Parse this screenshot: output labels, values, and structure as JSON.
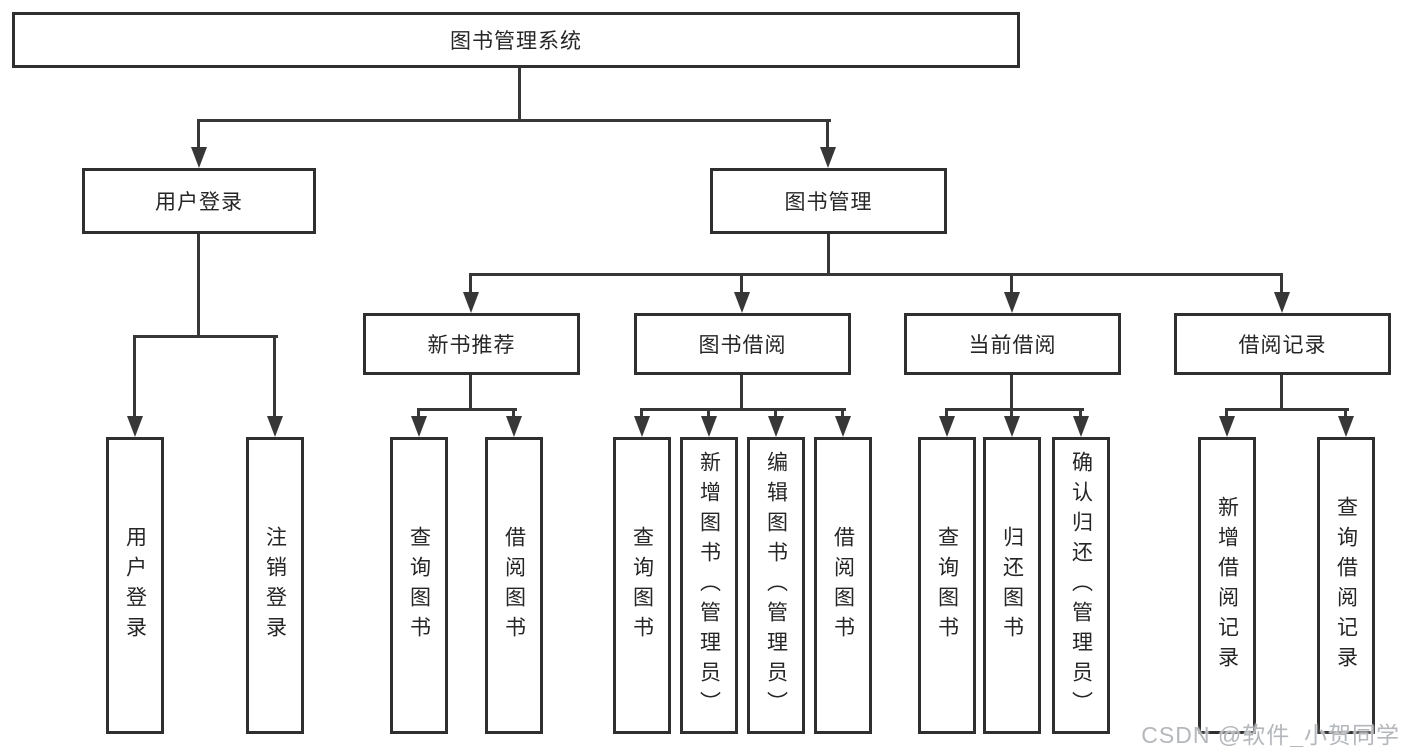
{
  "diagram": {
    "root": {
      "label": "图书管理系统"
    },
    "branches": [
      {
        "label": "用户登录",
        "children": [
          {
            "label": "用户登录"
          },
          {
            "label": "注销登录"
          }
        ]
      },
      {
        "label": "图书管理",
        "children": [
          {
            "label": "新书推荐",
            "children": [
              {
                "label": "查询图书"
              },
              {
                "label": "借阅图书"
              }
            ]
          },
          {
            "label": "图书借阅",
            "children": [
              {
                "label": "查询图书"
              },
              {
                "label": "新增图书（管理员）"
              },
              {
                "label": "编辑图书（管理员）"
              },
              {
                "label": "借阅图书"
              }
            ]
          },
          {
            "label": "当前借阅",
            "children": [
              {
                "label": "查询图书"
              },
              {
                "label": "归还图书"
              },
              {
                "label": "确认归还（管理员）"
              }
            ]
          },
          {
            "label": "借阅记录",
            "children": [
              {
                "label": "新增借阅记录"
              },
              {
                "label": "查询借阅记录"
              }
            ]
          }
        ]
      }
    ],
    "watermark": {
      "text": "CSDN @软件_小贺同学"
    },
    "colors": {
      "line": "#373737",
      "box_border": "#2f2f2f",
      "text": "#262626",
      "watermark": "#b4b7bb",
      "background": "#ffffff"
    }
  }
}
